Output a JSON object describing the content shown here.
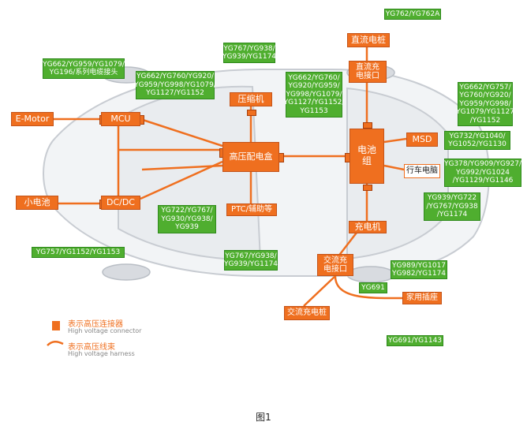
{
  "components": {
    "emotor": "E-Motor",
    "mcu": "MCU",
    "compressor": "压缩机",
    "hv_box": "高压配电盒",
    "battery": "电池\n组",
    "msd": "MSD",
    "ecu": "行车电脑",
    "dc_pile": "直流电桩",
    "dc_port": "直流充\n电接口",
    "charger": "充电机",
    "ptc": "PTC/辅助等",
    "dcdc": "DC/DC",
    "small_battery": "小电池",
    "ac_port": "交流充\n电接口",
    "ac_pile": "交流充电桩",
    "home_socket": "家用插座"
  },
  "parts": {
    "cable": "YG662/YG959/YG1079/\nYG196/系列电缆接头",
    "mcu": "YG662/YG760/YG920/\nYG959/YG998/YG1079/\nYG1127/YG1152",
    "compressor": "YG767/YG938/\nYG939/YG1174",
    "hv_box_upper": "YG662/YG760/\nYG920/YG959/\nYG998/YG1079/\nYG1127/YG1152/\nYG1153",
    "dc_pile": "YG762/YG762A",
    "battery_right": "YG662/YG757/\nYG760/YG920/\nYG959/YG998/\nYG1079/YG1127\n/YG1152",
    "msd": "YG732/YG1040/\nYG1052/YG1130",
    "ecu": "YG378/YG909/YG927/\nYG992/YG1024\n/YG1129/YG1146",
    "charger": "YG939/YG722\n/YG767/YG938\n/YG1174",
    "dcdc": "YG722/YG767/\nYG930/YG938/\nYG939",
    "small_battery": "YG757/YG1152/YG1153",
    "ptc": "YG767/YG938/\nYG939/YG1174",
    "ac_port": "YG989/YG1017\nYG982/YG1174",
    "ac_port_small": "YG691",
    "ac_pile": "YG691/YG1143"
  },
  "legend": {
    "connector_cn": "表示高压连接器",
    "connector_en": "High voltage connector",
    "harness_cn": "表示高压线束",
    "harness_en": "High voltage harness"
  },
  "caption": "图1",
  "colors": {
    "accent_orange": "#ef6f1f",
    "part_green": "#4fae2f",
    "car_outline": "#c8ccd2"
  }
}
